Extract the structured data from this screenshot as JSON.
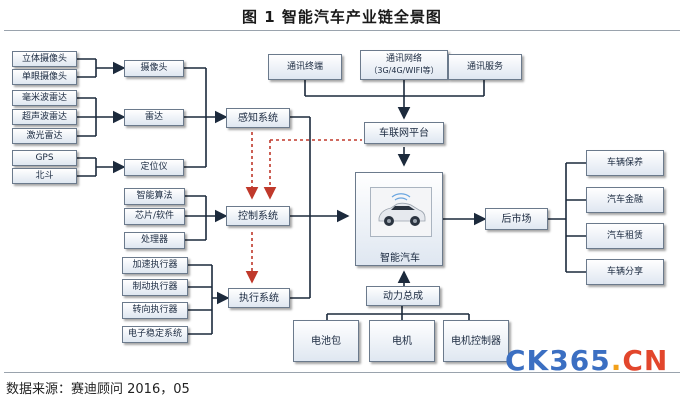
{
  "title": "图 1 智能汽车产业链全景图",
  "source": "数据来源：赛迪顾问   2016，05",
  "watermark": {
    "part1": "CK365",
    "dot": ".",
    "part2": "CN"
  },
  "sensors": [
    "立体摄像头",
    "单眼摄像头",
    "毫米波雷达",
    "超声波雷达",
    "激光雷达",
    "GPS",
    "北斗"
  ],
  "mid_left": {
    "camera": "摄像头",
    "radar": "雷达",
    "positioning": "定位仪"
  },
  "systems": {
    "perception": "感知系统",
    "control": "控制系统",
    "execution": "执行系统"
  },
  "control_inputs": [
    "智能算法",
    "芯片/软件",
    "处理器"
  ],
  "actuators": [
    "加速执行器",
    "制动执行器",
    "转向执行器",
    "电子稳定系统"
  ],
  "comm": {
    "terminal": "通讯终端",
    "network_line1": "通讯网络",
    "network_line2": "（3G/4G/WIFI等）",
    "service": "通讯服务",
    "platform": "车联网平台"
  },
  "center": {
    "car_label": "智能汽车"
  },
  "powertrain": {
    "main": "动力总成",
    "parts": [
      "电池包",
      "电机",
      "电机控制器"
    ]
  },
  "aftermarket": {
    "main": "后市场",
    "items": [
      "车辆保养",
      "汽车金融",
      "汽车租赁",
      "车辆分享"
    ]
  },
  "colors": {
    "line": "#1c2a3c",
    "dotted": "#c0392b",
    "box_border": "#6b7a8c"
  }
}
